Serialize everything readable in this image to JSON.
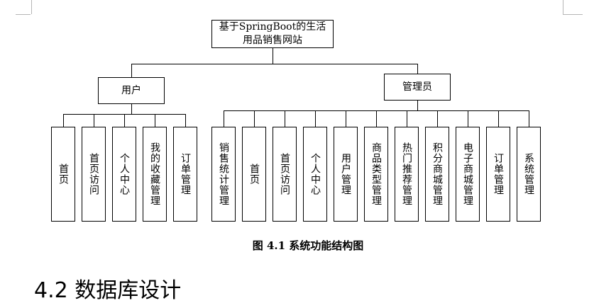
{
  "diagram": {
    "root": {
      "label": "基于SpringBoot的生活用品销售网站"
    },
    "branches": [
      {
        "label": "用户",
        "children": [
          "首页",
          "首页访问",
          "个人中心",
          "我的收藏管理",
          "订单管理"
        ]
      },
      {
        "label": "管理员",
        "children": [
          "销售统计管理",
          "首页",
          "首页访问",
          "个人中心",
          "用户管理",
          "商品类型管理",
          "热门推荐管理",
          "积分商城管理",
          "电子商城管理",
          "订单管理",
          "系统管理"
        ]
      }
    ]
  },
  "caption": "图 4.1  系统功能结构图",
  "next_section": "4.2  数据库设计"
}
